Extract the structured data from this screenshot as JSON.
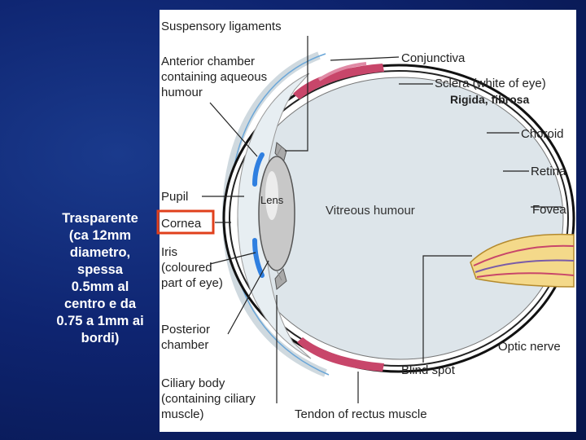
{
  "side_note": {
    "lines": [
      "Trasparente",
      "(ca 12mm",
      "diametro,",
      "spessa",
      "0.5mm al",
      "centro e da",
      "0.75 a 1mm ai",
      "bordi)"
    ]
  },
  "labels": {
    "suspensory": "Suspensory ligaments",
    "anterior_1": "Anterior chamber",
    "anterior_2": "containing aqueous",
    "anterior_3": "humour",
    "conjunctiva": "Conjunctiva",
    "sclera": "Sclera (white of eye)",
    "sclera_note": "Rigida,  fibrosa",
    "choroid": "Choroid",
    "retina": "Retina",
    "pupil": "Pupil",
    "lens": "Lens",
    "vitreous": "Vitreous humour",
    "fovea": "Fovea",
    "cornea": "Cornea",
    "iris_1": "Iris",
    "iris_2": "(coloured",
    "iris_3": "part of eye)",
    "posterior_1": "Posterior",
    "posterior_2": "chamber",
    "optic_nerve": "Optic nerve",
    "blind_spot": "Blind spot",
    "ciliary_1": "Ciliary body",
    "ciliary_2": "(containing ciliary",
    "ciliary_3": "muscle)",
    "tendon": "Tendon of rectus muscle"
  },
  "colors": {
    "background": "#0e2470",
    "highlight_box": "#e0401c",
    "iris_blue": "#2f7fe0",
    "muscle_pink": "#c8466a",
    "eye_fill": "#dde5ea"
  }
}
